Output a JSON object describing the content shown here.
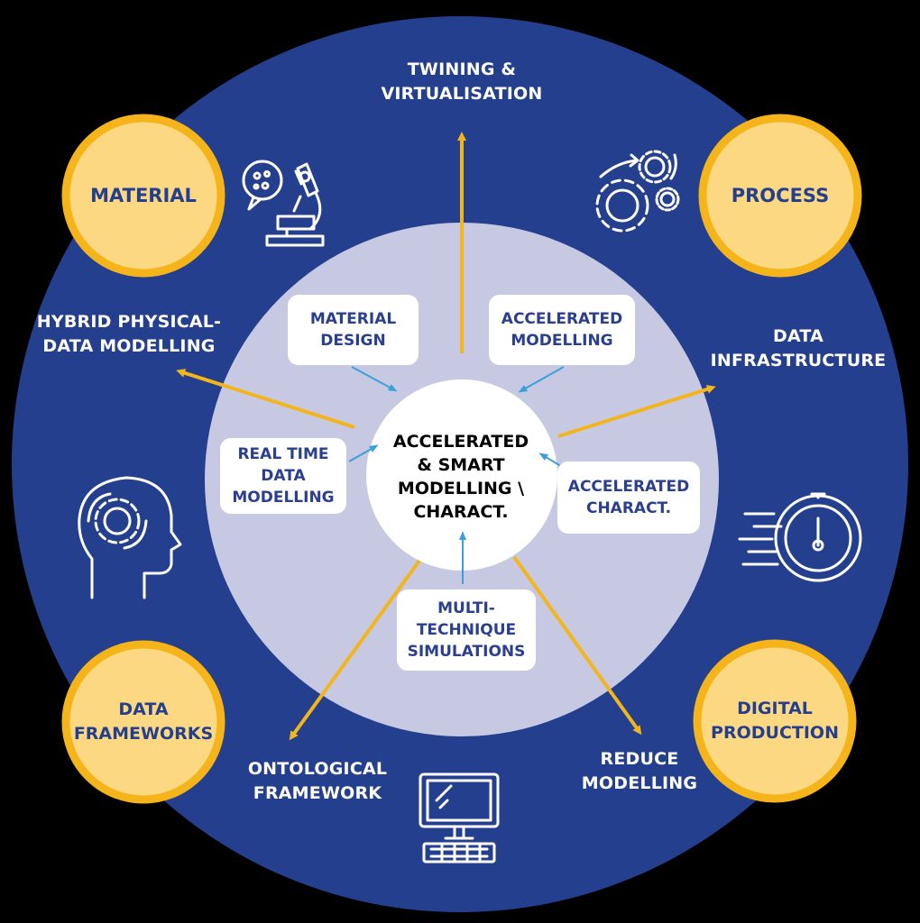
{
  "colors": {
    "background": "#000000",
    "outer_ring": "#243f8d",
    "inner_disc": "#c7c9e3",
    "center": "#ffffff",
    "pillar_fill": "#fdd882",
    "pillar_border": "#f4b41a",
    "arrow_outer": "#f2b51c",
    "arrow_inner": "#3aa0d8",
    "box_text": "#2b3f8f"
  },
  "center": {
    "lines": [
      "ACCELERATED",
      "& SMART",
      "MODELLING \\",
      "CHARACT."
    ]
  },
  "pillars": {
    "material": {
      "lines": [
        "MATERIAL"
      ]
    },
    "process": {
      "lines": [
        "PROCESS"
      ]
    },
    "data_frameworks": {
      "lines": [
        "DATA",
        "FRAMEWORKS"
      ]
    },
    "digital_production": {
      "lines": [
        "DIGITAL",
        "PRODUCTION"
      ]
    }
  },
  "outputs": {
    "twining": {
      "lines": [
        "TWINING &",
        "VIRTUALISATION"
      ]
    },
    "hybrid": {
      "lines": [
        "HYBRID PHYSICAL-",
        "DATA MODELLING"
      ]
    },
    "data_infra": {
      "lines": [
        "DATA",
        "INFRASTRUCTURE"
      ]
    },
    "ontological": {
      "lines": [
        "ONTOLOGICAL",
        "FRAMEWORK"
      ]
    },
    "reduce": {
      "lines": [
        "REDUCE",
        "MODELLING"
      ]
    }
  },
  "inputs": {
    "material_design": {
      "lines": [
        "MATERIAL",
        "DESIGN"
      ]
    },
    "accelerated_modelling": {
      "lines": [
        "ACCELERATED",
        "MODELLING"
      ]
    },
    "real_time": {
      "lines": [
        "REAL TIME",
        "DATA",
        "MODELLING"
      ]
    },
    "accelerated_charact": {
      "lines": [
        "ACCELERATED",
        "CHARACT."
      ]
    },
    "multi_technique": {
      "lines": [
        "MULTI-",
        "TECHNIQUE",
        "SIMULATIONS"
      ]
    }
  },
  "icons": [
    "microscope-icon",
    "gears-icon",
    "head-gear-icon",
    "speedometer-icon",
    "computer-icon"
  ]
}
